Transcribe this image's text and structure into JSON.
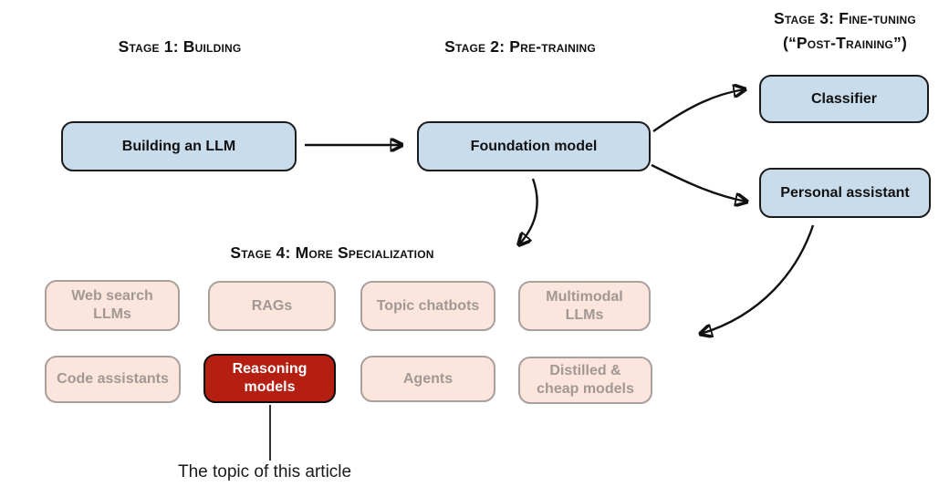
{
  "headings": {
    "stage1": "Stage 1: Building",
    "stage2": "Stage 2: Pre-training",
    "stage3_line1": "Stage 3: Fine-tuning",
    "stage3_line2": "(“Post-Training”)",
    "stage4": "Stage 4: More Specialization"
  },
  "nodes": {
    "building_llm": {
      "label": "Building an LLM"
    },
    "foundation_model": {
      "label": "Foundation model"
    },
    "classifier": {
      "label": "Classifier"
    },
    "personal_assistant": {
      "label": "Personal assistant"
    },
    "web_search_llms": {
      "line1": "Web search",
      "line2": "LLMs"
    },
    "rags": {
      "label": "RAGs"
    },
    "topic_chatbots": {
      "label": "Topic chatbots"
    },
    "multimodal_llms": {
      "line1": "Multimodal",
      "line2": "LLMs"
    },
    "code_assistants": {
      "label": "Code assistants"
    },
    "reasoning_models": {
      "line1": "Reasoning",
      "line2": "models"
    },
    "agents": {
      "label": "Agents"
    },
    "distilled_cheap_models": {
      "line1": "Distilled &",
      "line2": "cheap models"
    }
  },
  "annotation": {
    "label": "The topic of this article"
  },
  "colors": {
    "blue_fill": "#c9dcec",
    "blue_border": "#1c1c1c",
    "pink_fill": "#fce5dd",
    "pink_border": "#a9a09c",
    "pink_text": "#a19894",
    "red_fill": "#b51f12",
    "red_text": "#ffffff",
    "arrow": "#111111",
    "heading_text": "#111111"
  }
}
